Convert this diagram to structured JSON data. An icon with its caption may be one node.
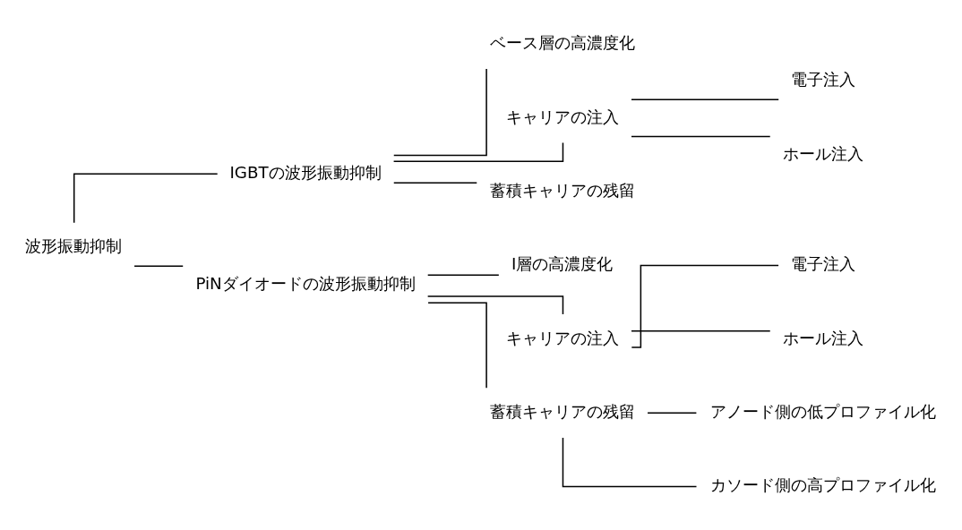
{
  "diagram": {
    "nodes": [
      {
        "text": [
          "波形振動抑制"
        ]
      },
      {
        "text": [
          "IGBTの波形振動抑制"
        ]
      },
      {
        "text": [
          "ベース層の高濃度化"
        ]
      },
      {
        "text": [
          "キャリアの注入"
        ]
      },
      {
        "text": [
          "電子注入"
        ]
      },
      {
        "text": [
          "ホール注入"
        ]
      },
      {
        "text": [
          "蓄積キャリアの残留"
        ]
      },
      {
        "text": [
          "PiNダイオードの波形振動抑制"
        ]
      },
      {
        "text": [
          "I層の高濃度化"
        ]
      },
      {
        "text": [
          "キャリアの注入"
        ]
      },
      {
        "text": [
          "電子注入"
        ]
      },
      {
        "text": [
          "ホール注入"
        ]
      },
      {
        "text": [
          "蓄積キャリアの残留"
        ]
      },
      {
        "text": [
          "アノード側の低プロファイル化"
        ]
      },
      {
        "text": [
          "カソード側の高プロファイル化"
        ]
      }
    ],
    "edges": [
      {
        "from": 0,
        "to": 1,
        "arrow": "none"
      },
      {
        "from": 0,
        "to": 7,
        "arrow": "none"
      },
      {
        "from": 1,
        "to": 2,
        "arrow": "none"
      },
      {
        "from": 1,
        "to": 3,
        "arrow": "none"
      },
      {
        "from": 1,
        "to": 6,
        "arrow": "none"
      },
      {
        "from": 3,
        "to": 4,
        "arrow": "none"
      },
      {
        "from": 3,
        "to": 5,
        "arrow": "none"
      },
      {
        "from": 7,
        "to": 8,
        "arrow": "none"
      },
      {
        "from": 7,
        "to": 9,
        "arrow": "none"
      },
      {
        "from": 7,
        "to": 12,
        "arrow": "none"
      },
      {
        "from": 9,
        "to": 10,
        "arrow": "none"
      },
      {
        "from": 9,
        "to": 11,
        "arrow": "none"
      },
      {
        "from": 12,
        "to": 13,
        "arrow": "none"
      },
      {
        "from": 12,
        "to": 14,
        "arrow": "none"
      }
    ]
  }
}
